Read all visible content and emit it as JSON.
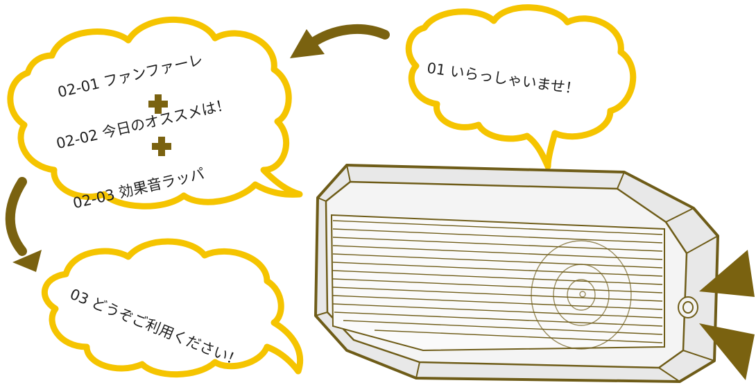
{
  "bubbles": {
    "b01": {
      "text": "01 いらっしゃいませ！"
    },
    "b02": {
      "lines": [
        "02-01 ファンファーレ",
        "02-02 今日のオススメは！",
        "02-03 効果音ラッパ"
      ]
    },
    "b03": {
      "text": "03 どうぞご利用ください！"
    }
  },
  "colors": {
    "bubble_outline": "#f5c400",
    "arrow": "#7a6210",
    "plus": "#7a6210",
    "speaker_body": "#ececec",
    "speaker_outline": "#6e5c18",
    "sound_wave": "#7a6210"
  },
  "icons": [
    "plus-icon",
    "curved-arrow-icon",
    "speaker-illustration",
    "sound-wave-icon"
  ]
}
